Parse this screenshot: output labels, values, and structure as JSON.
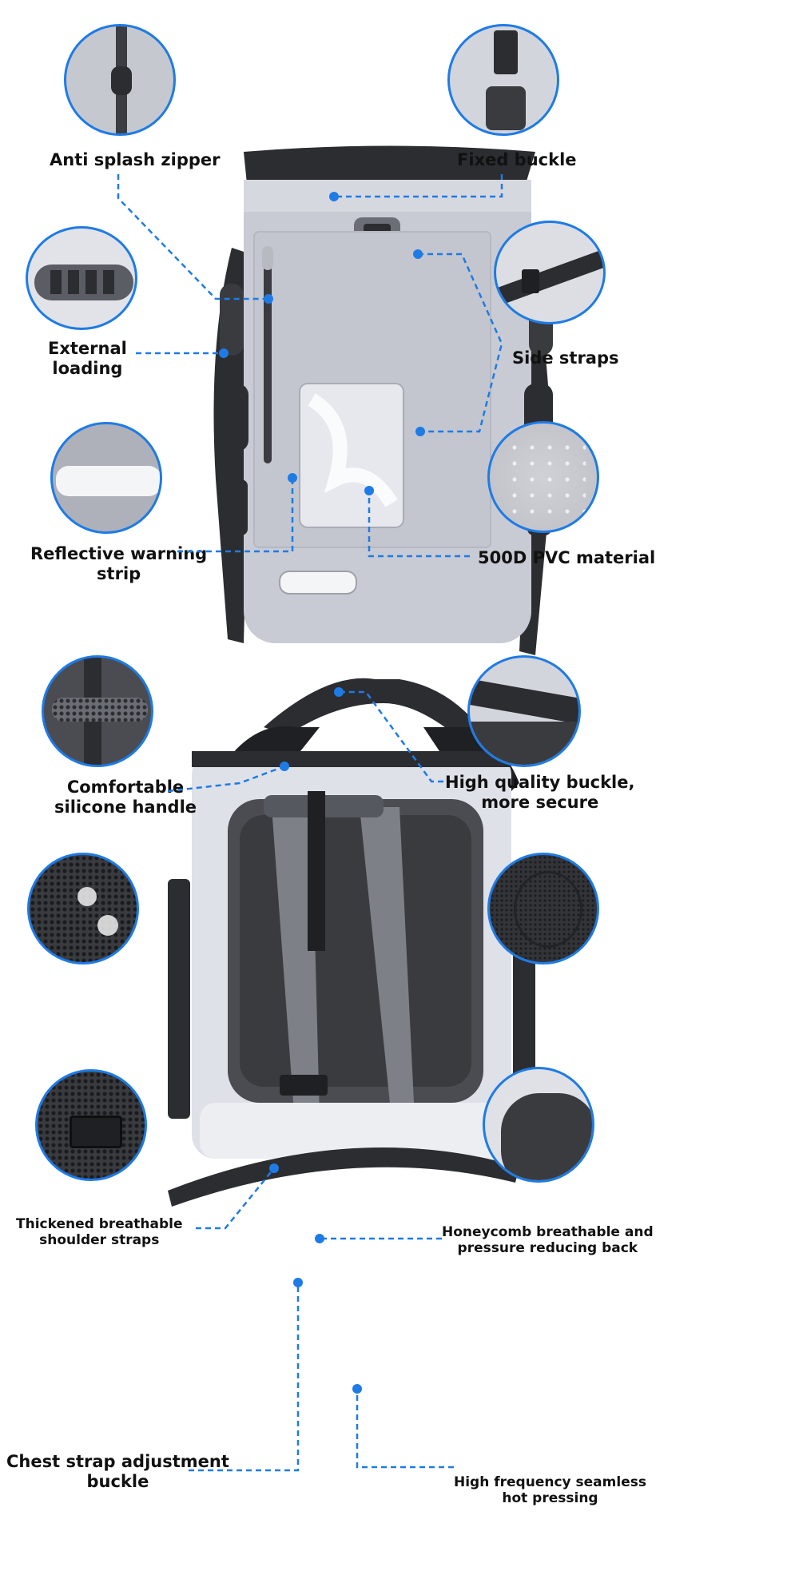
{
  "colors": {
    "accent": "#1e7be6",
    "bag_grey": "#c8cbd3",
    "bag_light": "#dfe1e8",
    "strap_dark": "#2b2d31",
    "mesh_dark": "#3a3b3f"
  },
  "front_view": {
    "callouts": [
      {
        "id": "anti-splash-zipper",
        "label": "Anti splash zipper",
        "side": "left"
      },
      {
        "id": "fixed-buckle",
        "label": "Fixed buckle",
        "side": "right"
      },
      {
        "id": "external-loading",
        "label_lines": [
          "External",
          "loading"
        ],
        "side": "left"
      },
      {
        "id": "side-straps",
        "label": "Side straps",
        "side": "right"
      },
      {
        "id": "reflective-warning-strip",
        "label_lines": [
          "Reflective warning",
          "strip"
        ],
        "side": "left"
      },
      {
        "id": "500d-pvc-material",
        "label": "500D PVC material",
        "side": "right"
      }
    ]
  },
  "back_view": {
    "callouts": [
      {
        "id": "comfortable-silicone-handle",
        "label_lines": [
          "Comfortable",
          "silicone handle"
        ],
        "side": "left"
      },
      {
        "id": "high-quality-buckle",
        "label_lines": [
          "High quality buckle,",
          "more secure"
        ],
        "side": "right"
      },
      {
        "id": "thickened-breathable-shoulder-straps",
        "label_lines": [
          "Thickened breathable",
          "shoulder straps"
        ],
        "side": "left"
      },
      {
        "id": "honeycomb-breathable-back",
        "label_lines": [
          "Honeycomb breathable and",
          "pressure reducing back"
        ],
        "side": "right"
      },
      {
        "id": "chest-strap-adjustment-buckle",
        "label_lines": [
          "Chest strap adjustment",
          "buckle"
        ],
        "side": "left"
      },
      {
        "id": "high-frequency-seamless-hot-pressing",
        "label_lines": [
          "High frequency seamless",
          "hot pressing"
        ],
        "side": "right"
      }
    ]
  }
}
